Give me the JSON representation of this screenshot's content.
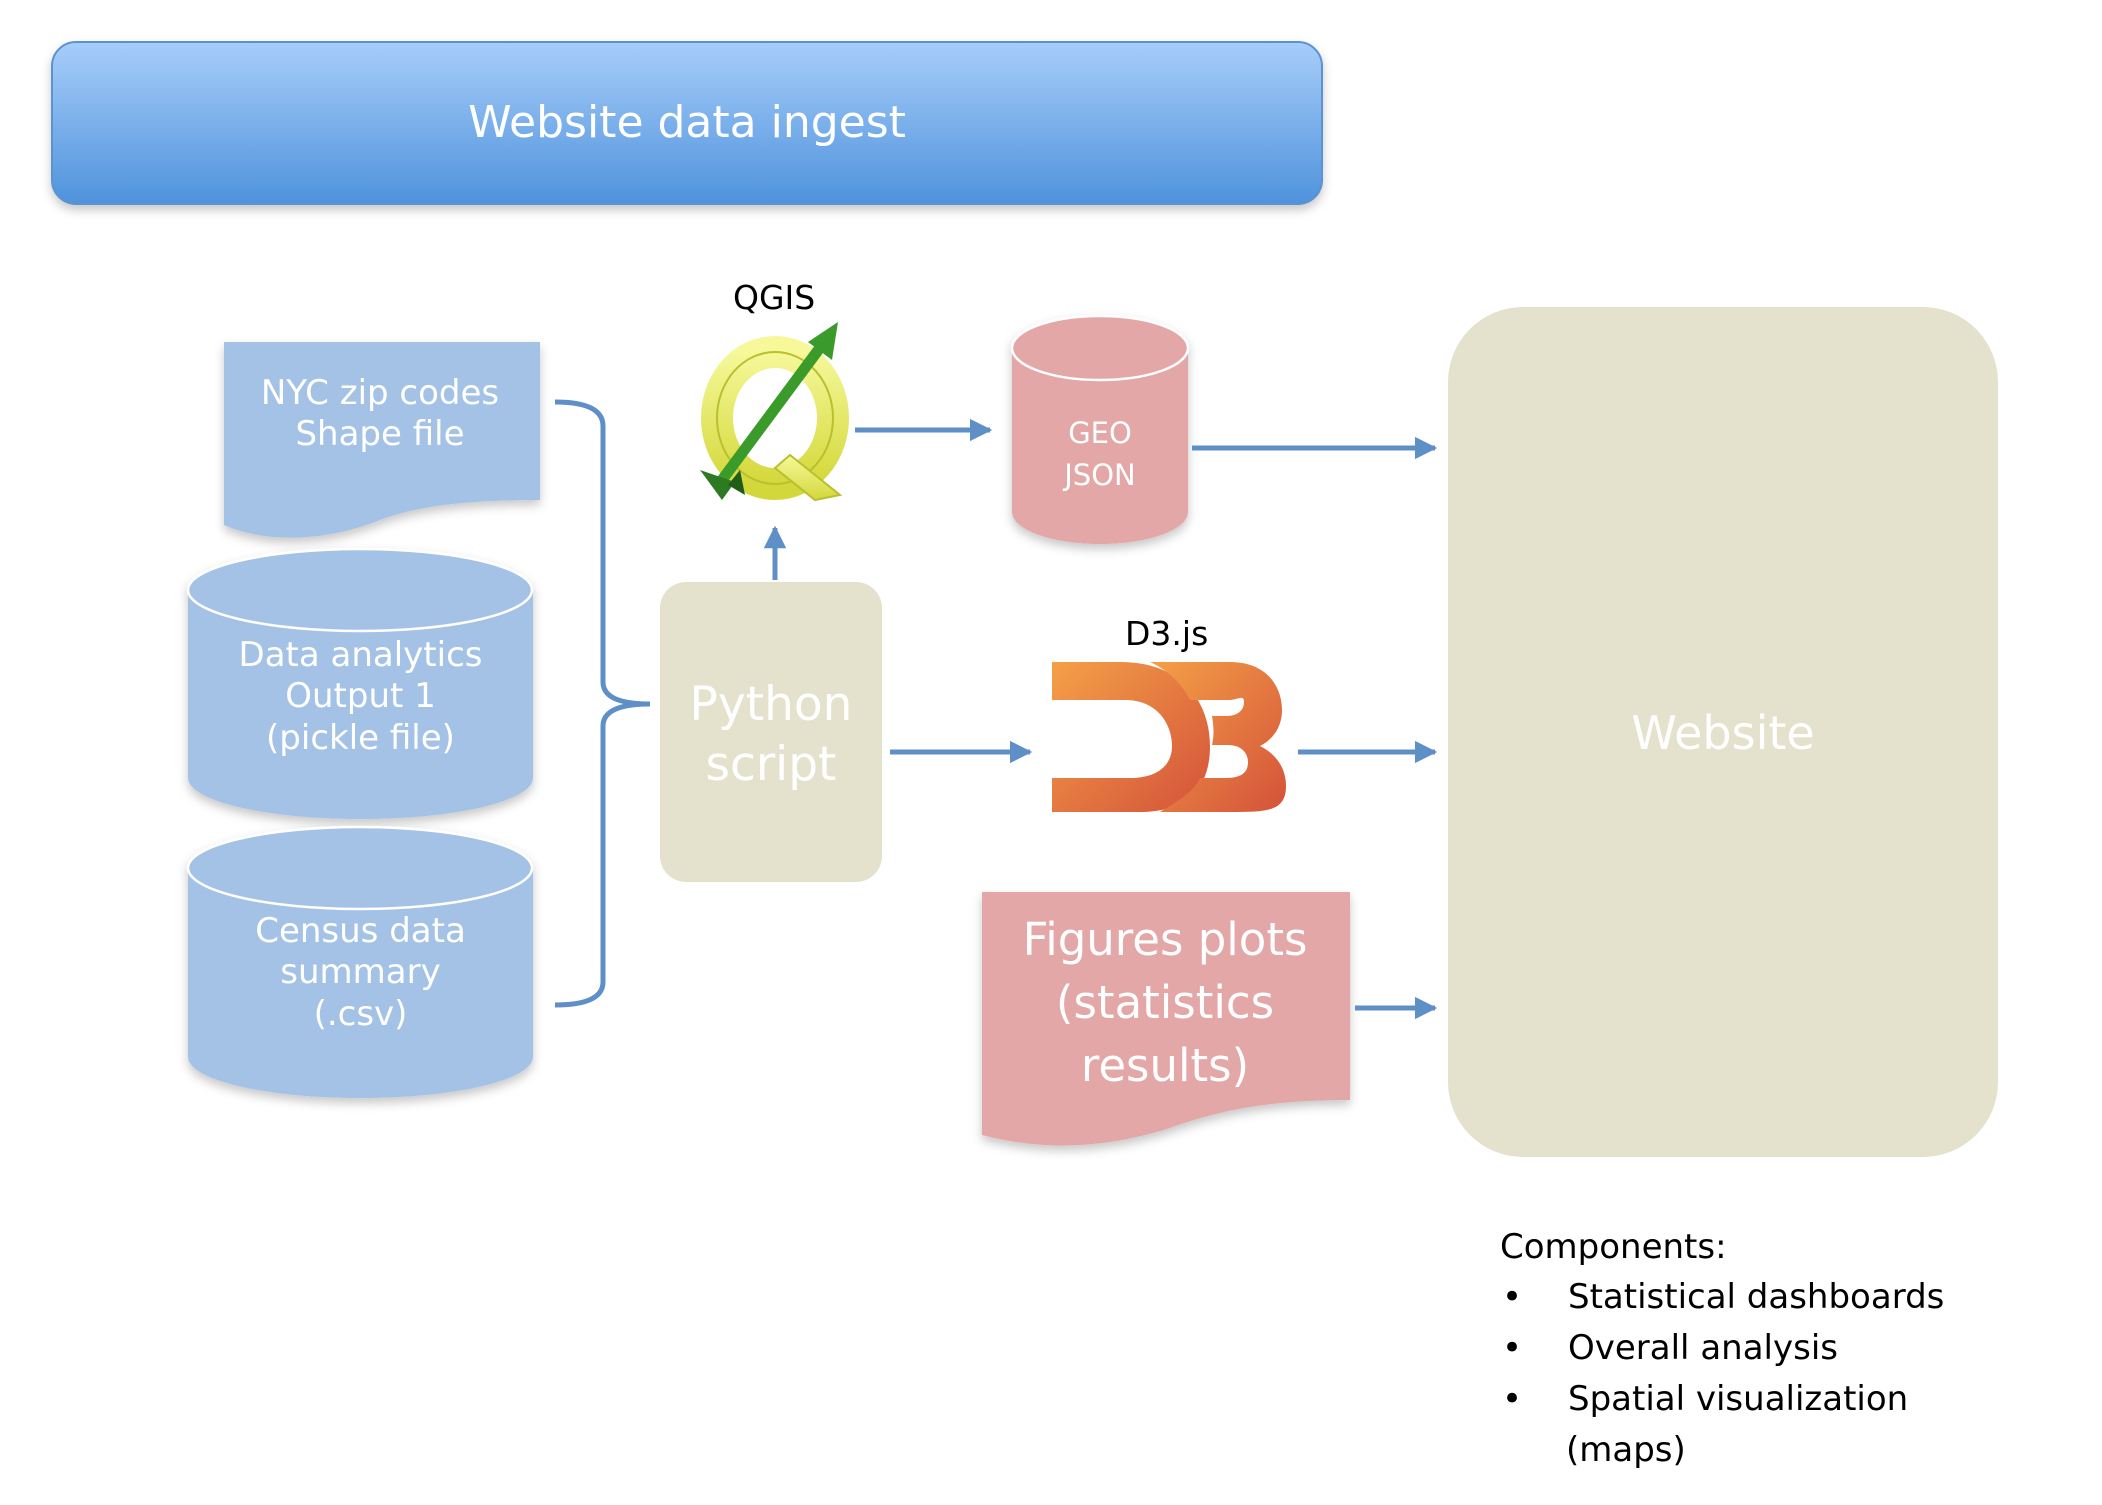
{
  "title": "Website data ingest",
  "sources": {
    "nyc": [
      "NYC zip codes",
      "Shape file"
    ],
    "analytics": [
      "Data analytics",
      "Output 1",
      "(pickle file)"
    ],
    "census": [
      "Census data",
      "summary",
      "(.csv)"
    ]
  },
  "python": [
    "Python",
    "script"
  ],
  "qgis_label": "QGIS",
  "geo": [
    "GEO",
    "JSON"
  ],
  "d3_label": "D3.js",
  "figures": [
    "Figures plots",
    "(statistics",
    "results)"
  ],
  "website": "Website",
  "components": {
    "heading": "Components:",
    "bullet": "•",
    "items": [
      "Statistical dashboards",
      "Overall analysis",
      "Spatial visualization"
    ],
    "last_continuation": "(maps)"
  },
  "icons": {
    "qgis": "qgis-logo-icon",
    "d3": "d3-logo-icon",
    "arrow": "arrow-icon"
  },
  "colors": {
    "title_top": "#a7cdfa",
    "title_bottom": "#4f93dc",
    "source_blue": "#a4c2e6",
    "python_fill": "#e4e1cd",
    "website_fill": "#e4e1cd",
    "pink": "#e3a7a7",
    "arrow": "#5e8fc7",
    "qgis_green": "#3a9a2a",
    "qgis_yellow": "#eef05a",
    "d3_orange": "#f5963a",
    "d3_red": "#d9583c"
  }
}
